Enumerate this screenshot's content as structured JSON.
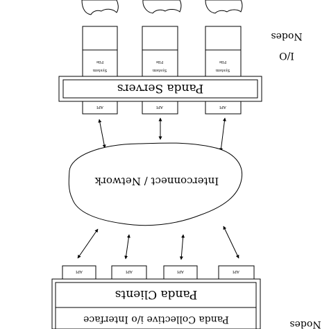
{
  "title": "",
  "servers": {
    "nodes_label": "Nodes",
    "io_label": "I/O",
    "bar_label": "Panda Servers",
    "api_label": "API",
    "fs_line1": "File",
    "fs_line2": "System"
  },
  "network": {
    "label": "Interconnect / Network"
  },
  "clients": {
    "api_label": "API",
    "bar_label": "Panda Clients",
    "interface_label": "Panda Collective i/o Interface",
    "nodes_label": "Nodes"
  }
}
